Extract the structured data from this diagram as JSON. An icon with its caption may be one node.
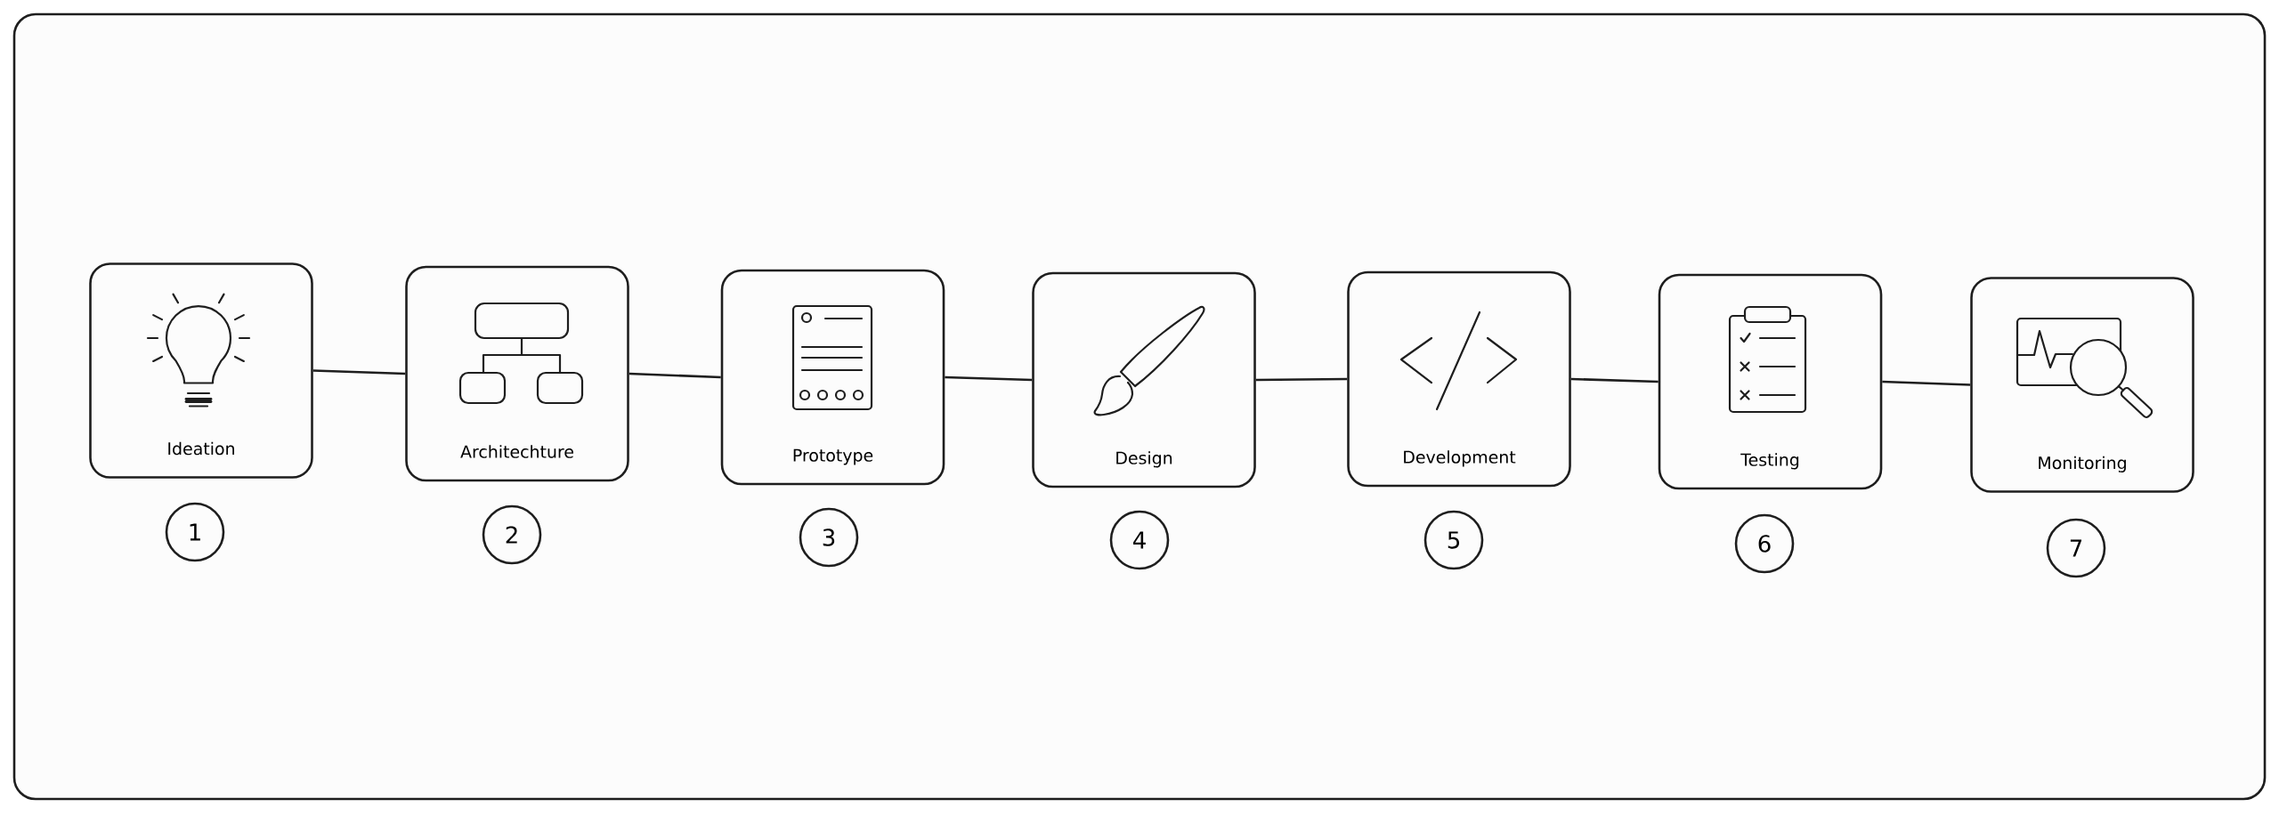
{
  "diagram": {
    "nodes": [
      {
        "text": [
          "Ideation"
        ]
      },
      {
        "text": [
          "Architechture"
        ]
      },
      {
        "text": [
          "Prototype"
        ]
      },
      {
        "text": [
          "Design"
        ]
      },
      {
        "text": [
          "Development"
        ]
      },
      {
        "text": [
          "Testing"
        ]
      },
      {
        "text": [
          "Monitoring"
        ]
      },
      {
        "text": [
          "1"
        ]
      },
      {
        "text": [
          "2"
        ]
      },
      {
        "text": [
          "3"
        ]
      },
      {
        "text": [
          "4"
        ]
      },
      {
        "text": [
          "5"
        ]
      },
      {
        "text": [
          "6"
        ]
      },
      {
        "text": [
          "7"
        ]
      }
    ],
    "edges": [
      {
        "from": 0,
        "to": 1,
        "arrow": "none"
      },
      {
        "from": 1,
        "to": 2,
        "arrow": "none"
      },
      {
        "from": 2,
        "to": 3,
        "arrow": "none"
      },
      {
        "from": 3,
        "to": 4,
        "arrow": "none"
      },
      {
        "from": 4,
        "to": 5,
        "arrow": "none"
      },
      {
        "from": 5,
        "to": 6,
        "arrow": "none"
      }
    ]
  }
}
